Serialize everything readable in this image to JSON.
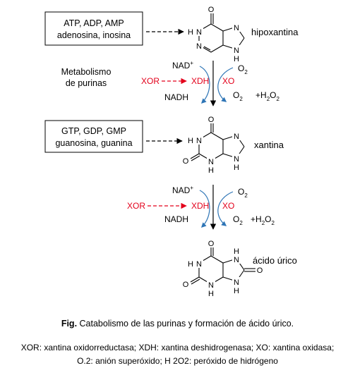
{
  "colors": {
    "inhibitor": "#e3001b",
    "enzyme_arc": "#2e75b6",
    "line": "#000000"
  },
  "boxes": {
    "box1_line1": "ATP, ADP, AMP",
    "box1_line2": "adenosina, inosina",
    "box2_line1": "GTP, GDP, GMP",
    "box2_line2": "guanosina, guanina"
  },
  "side_label": {
    "line1": "Metabolismo",
    "line2": "de purinas"
  },
  "compounds": {
    "hypoxanthine": "hipoxantina",
    "xanthine": "xantina",
    "uric_acid": "ácido úrico"
  },
  "reaction": {
    "inhibitor": "XOR",
    "dehydrogenase": "XDH",
    "oxidase": "XO",
    "nad": "NAD",
    "nad_sup": "+",
    "nadh": "NADH",
    "o2": "O",
    "o2_sub": "2",
    "h2o2_plus": "+H",
    "h2o2_sub": "2",
    "h2o2_o": "O",
    "h2o2_sub2": "2"
  },
  "atoms": {
    "O": "O",
    "N": "N",
    "H": "H"
  },
  "caption": {
    "label": "Fig.",
    "text": " Catabolismo de las purinas y formación de ácido úrico."
  },
  "legend": {
    "line1": "XOR: xantina oxidorreductasa; XDH: xantina deshidrogenasa; XO: xantina oxidasa;",
    "line2": "O.2: anión superóxido; H 2O2: peróxido de hidrógeno"
  }
}
